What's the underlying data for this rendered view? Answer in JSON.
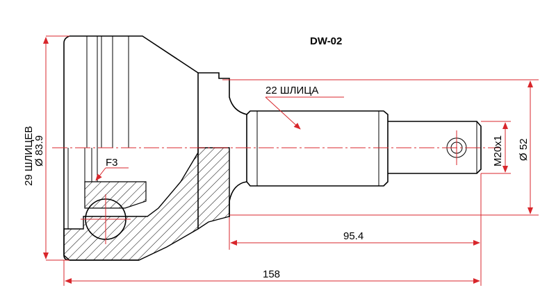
{
  "title": "DW-02",
  "labels": {
    "shaft_splines": "22 ШЛИЦА",
    "housing_splines": "29 ШЛИЦЕВ",
    "outer_diameter": "Ø 83.9",
    "feature": "F3",
    "thread": "M20x1",
    "seal_diameter": "Ø 52",
    "shaft_length": "95.4",
    "total_length": "158"
  },
  "colors": {
    "dimension": "#d8262b",
    "outline": "#000000"
  }
}
